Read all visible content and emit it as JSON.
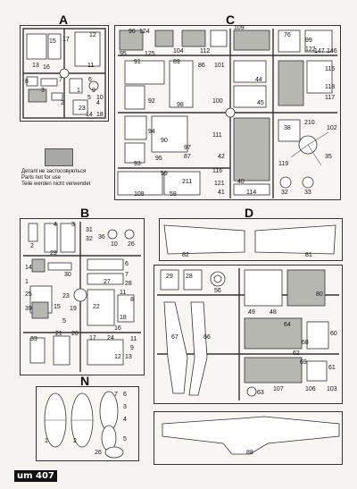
{
  "sheet": {
    "brand_label": "um 407",
    "legend": {
      "line1": "Деталі не застосовуються",
      "line2": "Parts not for use",
      "line3": "Teile werden nicht verwendet"
    }
  },
  "sprues": {
    "A": {
      "letter": "A",
      "part_numbers": [
        "17",
        "12",
        "15",
        "13",
        "16",
        "11",
        "7",
        "6",
        "8",
        "3",
        "1",
        "9",
        "2",
        "5",
        "10",
        "4",
        "23",
        "14",
        "18"
      ]
    },
    "C": {
      "letter": "C",
      "part_numbers": [
        "96",
        "124",
        "95",
        "125",
        "104",
        "112",
        "109",
        "76",
        "99",
        "122",
        "147",
        "146",
        "91",
        "89",
        "86",
        "101",
        "44",
        "115",
        "92",
        "98",
        "100",
        "45",
        "118",
        "117",
        "94",
        "90",
        "97",
        "111",
        "42",
        "38",
        "210",
        "102",
        "93",
        "95",
        "87",
        "35",
        "119",
        "59",
        "211",
        "121",
        "40",
        "114",
        "32",
        "33",
        "108",
        "58",
        "116",
        "41"
      ]
    },
    "B": {
      "letter": "B",
      "part_numbers": [
        "4",
        "3",
        "31",
        "32",
        "36",
        "10",
        "26",
        "2",
        "29",
        "14",
        "6",
        "30",
        "7",
        "28",
        "1",
        "27",
        "23",
        "11",
        "25",
        "8",
        "15",
        "19",
        "39",
        "22",
        "5",
        "18",
        "16",
        "33",
        "21",
        "20",
        "17",
        "24",
        "11",
        "9",
        "12",
        "13"
      ]
    },
    "D": {
      "letter": "D",
      "part_numbers": [
        "82",
        "81",
        "29",
        "28",
        "56",
        "80",
        "49",
        "48",
        "67",
        "66",
        "64",
        "68",
        "60",
        "62",
        "69",
        "61",
        "63",
        "107",
        "106",
        "103",
        "88"
      ]
    },
    "N": {
      "letter": "N",
      "part_numbers": [
        "7",
        "6",
        "3",
        "4",
        "1",
        "2",
        "5",
        "26"
      ]
    }
  }
}
